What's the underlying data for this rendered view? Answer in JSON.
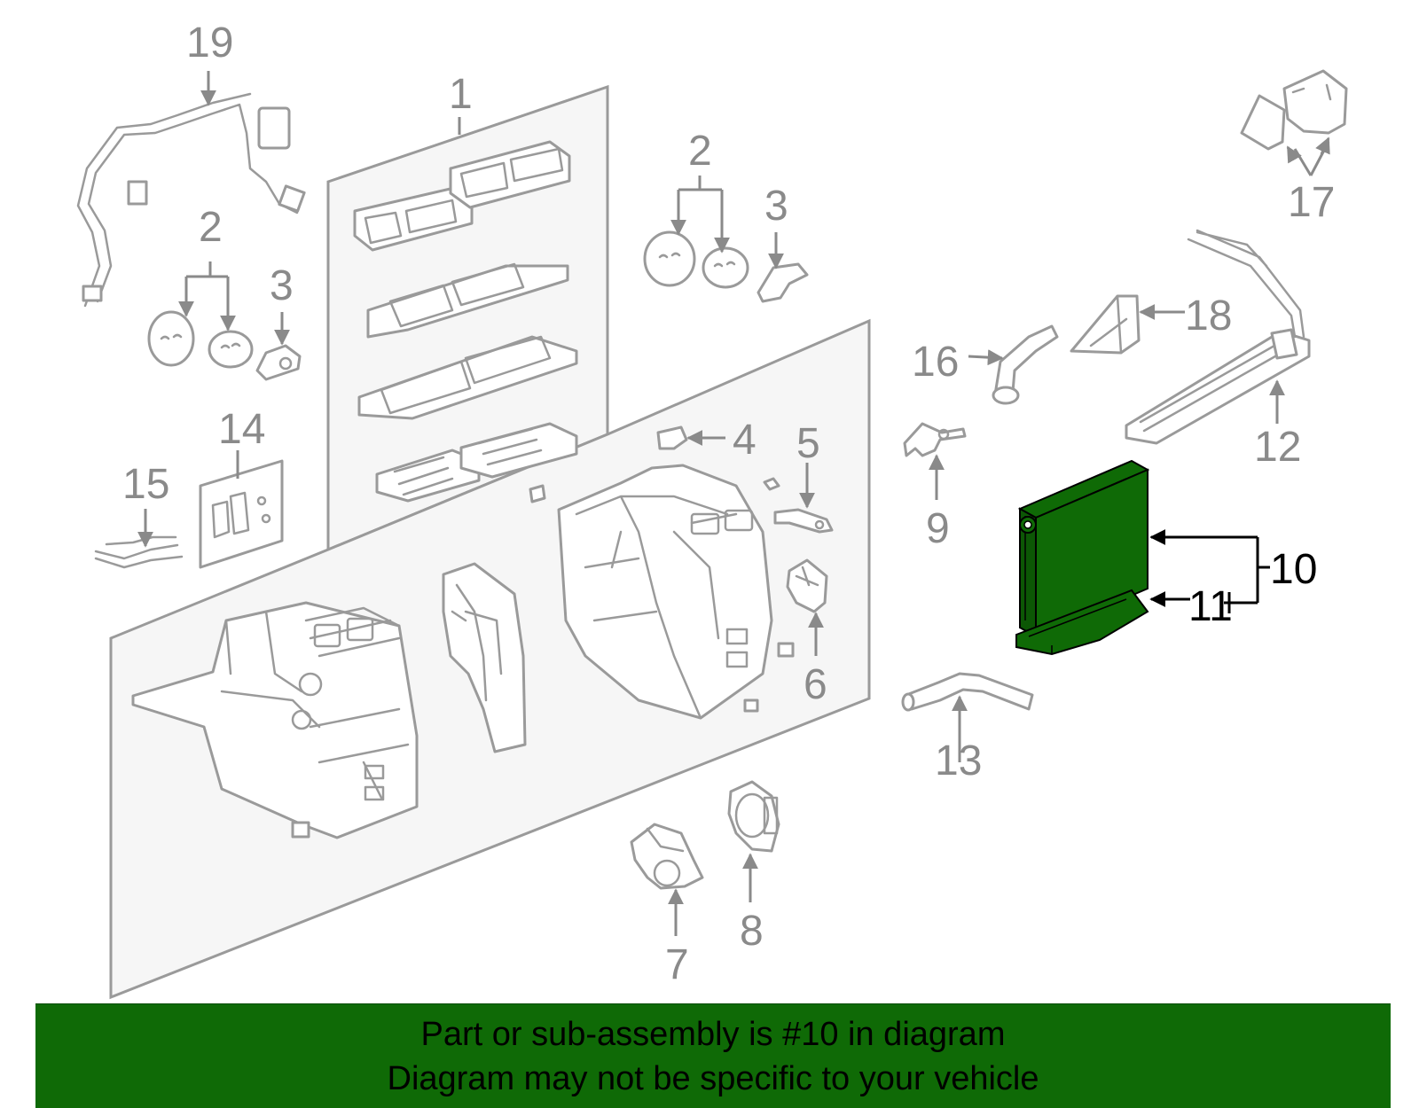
{
  "callouts": {
    "c1": "1",
    "c2a": "2",
    "c2b": "2",
    "c3a": "3",
    "c3b": "3",
    "c4": "4",
    "c5": "5",
    "c6": "6",
    "c7": "7",
    "c8": "8",
    "c9": "9",
    "c10": "10",
    "c11": "11",
    "c12": "12",
    "c13": "13",
    "c14": "14",
    "c15": "15",
    "c16": "16",
    "c17": "17",
    "c18": "18",
    "c19": "19"
  },
  "banner": {
    "line1": "Part or sub-assembly is #10 in diagram",
    "line2": "Diagram may not be specific to your vehicle"
  },
  "colors": {
    "highlight": "#0f6a06",
    "line_art": "#9a9a9a",
    "callout_text": "#8a8a8a"
  }
}
